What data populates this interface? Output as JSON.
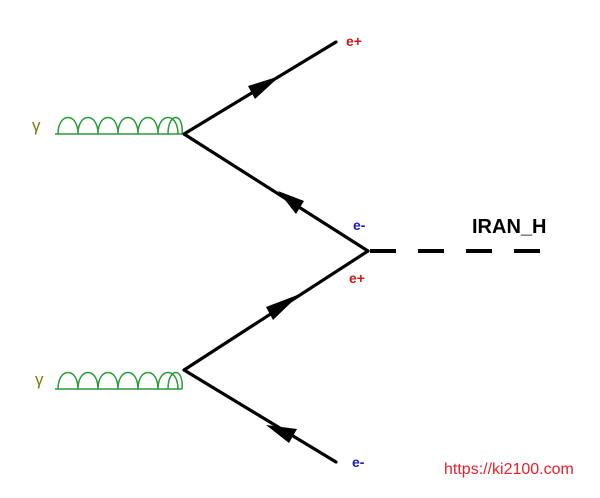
{
  "diagram": {
    "photon_top_label": "γ",
    "photon_bottom_label": "γ",
    "positron_top_label": "e+",
    "electron_mid_label": "e-",
    "positron_mid_label": "e+",
    "electron_bottom_label": "e-",
    "higgs_label": "IRAN_H",
    "colors": {
      "photon": "#2a9a3a",
      "photon_label": "#7a7a10",
      "positron": "#cc1a1a",
      "electron": "#1a1ab8",
      "line": "#000000"
    }
  },
  "watermark": "https://ki2100.com"
}
